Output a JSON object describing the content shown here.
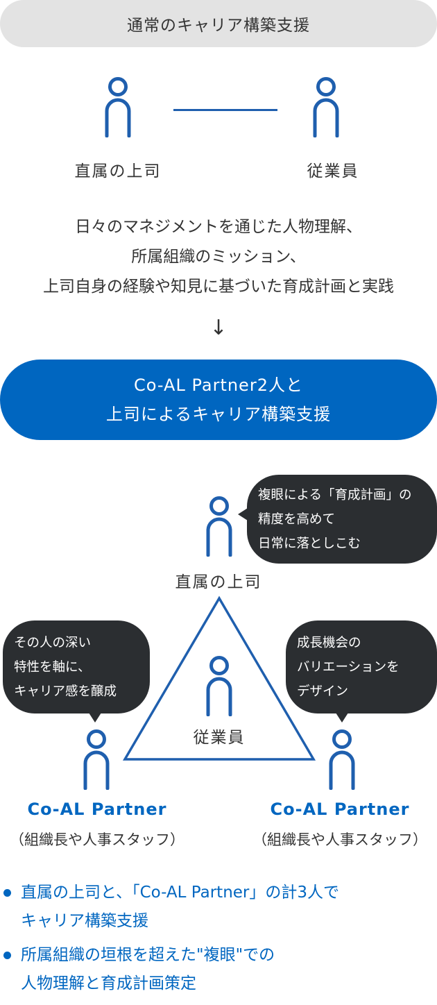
{
  "header": {
    "title": "通常のキャリア構築支援"
  },
  "top": {
    "left_label": "直属の上司",
    "right_label": "従業員"
  },
  "description": {
    "lines": [
      "日々のマネジメントを通じた人物理解、",
      "所属組織のミッション、",
      "上司自身の経験や知見に基づいた育成計画と実践"
    ],
    "arrow": "↓"
  },
  "banner": {
    "line1": "Co-AL Partner2人と",
    "line2": "上司によるキャリア構築支援"
  },
  "triangle": {
    "top_label": "直属の上司",
    "center_label": "従業員",
    "bubble_top": [
      "複眼による「育成計画」の",
      "精度を高めて",
      "日常に落としこむ"
    ],
    "bubble_left": [
      "その人の深い",
      "特性を軸に、",
      "キャリア感を醸成"
    ],
    "bubble_right": [
      "成長機会の",
      "バリエーションを",
      "デザイン"
    ],
    "partner_left": {
      "name": "Co-AL Partner",
      "sub": "（組織長や人事スタッフ）"
    },
    "partner_right": {
      "name": "Co-AL Partner",
      "sub": "（組織長や人事スタッフ）"
    }
  },
  "bullets": [
    {
      "line1": "直属の上司と、「Co-AL Partner」の計3人で",
      "line2": "キャリア構築支援"
    },
    {
      "line1": "所属組織の垣根を超えた\"複眼\"での",
      "line2": "人物理解と育成計画策定"
    }
  ],
  "colors": {
    "accent": "#0066c0",
    "icon": "#1f5fae",
    "bubble": "#2b2e31",
    "pill_gray": "#e3e3e3"
  }
}
